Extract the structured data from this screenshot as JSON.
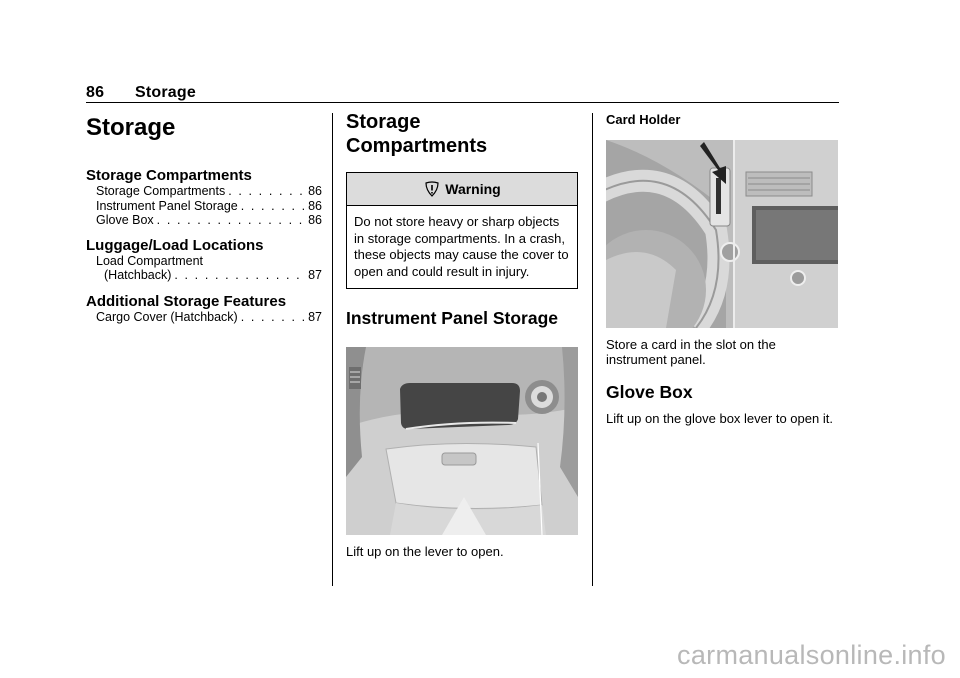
{
  "header": {
    "page_number": "86",
    "section": "Storage"
  },
  "col1": {
    "title": "Storage",
    "sections": [
      {
        "heading": "Storage Compartments",
        "entries": [
          {
            "label": "Storage Compartments",
            "page": "86"
          },
          {
            "label": "Instrument Panel Storage",
            "page": "86"
          },
          {
            "label": "Glove Box",
            "page": "86"
          }
        ]
      },
      {
        "heading": "Luggage/Load Locations",
        "entry_line1": "Load Compartment",
        "entry_line2": "(Hatchback)",
        "entry_page": "87"
      },
      {
        "heading": "Additional Storage Features",
        "entries": [
          {
            "label": "Cargo Cover (Hatchback)",
            "page": "87"
          }
        ]
      }
    ]
  },
  "col2": {
    "title_line1": "Storage",
    "title_line2": "Compartments",
    "warning": {
      "title": "Warning",
      "body": "Do not store heavy or sharp objects in storage compartments. In a crash, these objects may cause the cover to open and could result in injury."
    },
    "instrument_heading": "Instrument Panel Storage",
    "instrument_caption": "Lift up on the lever to open."
  },
  "col3": {
    "card_heading": "Card Holder",
    "card_caption": "Store a card in the slot on the instrument panel.",
    "glove_heading": "Glove Box",
    "glove_text": "Lift up on the glove box lever to open it."
  },
  "watermark": "carmanualsonline.info"
}
